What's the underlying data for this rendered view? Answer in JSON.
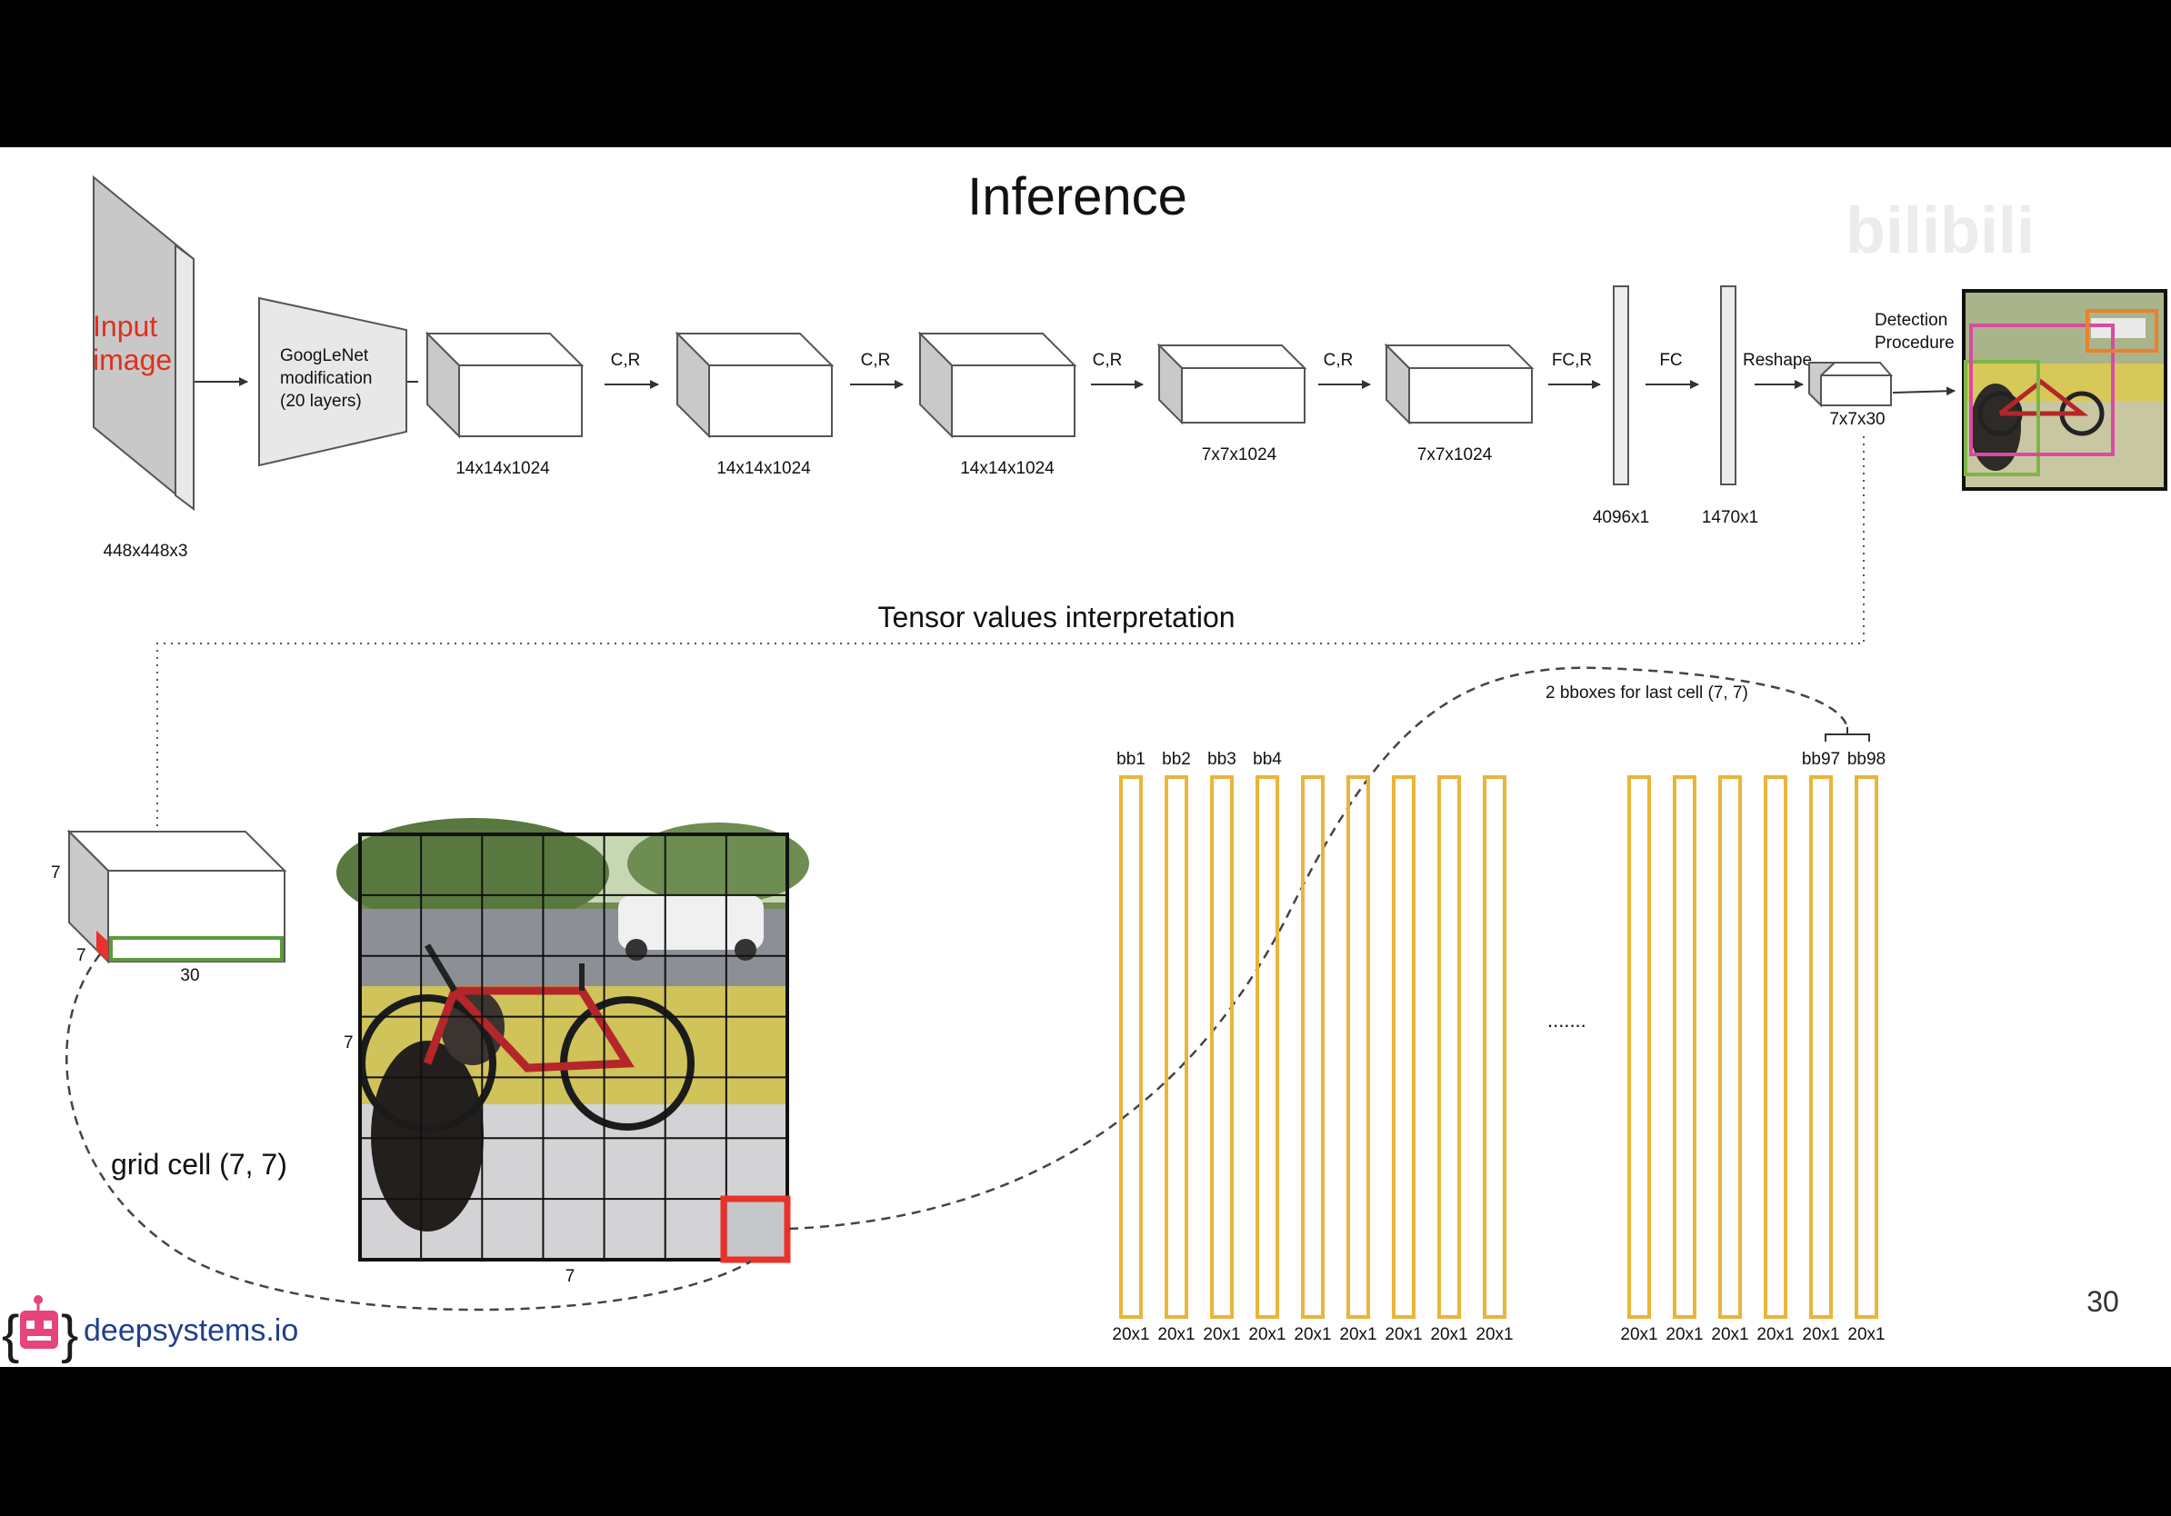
{
  "slide": {
    "title": "Inference",
    "page_number": "30",
    "brand": {
      "name": "deepsystems.io",
      "color": "#1f3f8f",
      "logo_color": "#e6447a",
      "icon": "robot-icon"
    },
    "watermark": "bilibili"
  },
  "pipeline": {
    "input": {
      "label_line1": "Input",
      "label_line2": "image",
      "dims": "448x448x3",
      "label_color": "#e0301e"
    },
    "googlenet": {
      "line1": "GoogLeNet",
      "line2": "modification",
      "line3": "(20 layers)"
    },
    "blocks": [
      {
        "dims": "14x14x1024"
      },
      {
        "dims": "14x14x1024"
      },
      {
        "dims": "14x14x1024"
      },
      {
        "dims": "7x7x1024"
      },
      {
        "dims": "7x7x1024"
      }
    ],
    "ops": [
      "C,R",
      "C,R",
      "C,R",
      "C,R",
      "FC,R",
      "FC",
      "Reshape"
    ],
    "fc_layers": [
      {
        "dims": "4096x1"
      },
      {
        "dims": "1470x1"
      }
    ],
    "reshape_dims": "7x7x30",
    "detection": {
      "line1": "Detection",
      "line2": "Procedure"
    }
  },
  "interpretation": {
    "title": "Tensor values interpretation",
    "tensor": {
      "height_label": "7",
      "depth_label": "7",
      "width_label": "30"
    },
    "grid": {
      "rows": 7,
      "cols": 7,
      "left_label": "7",
      "bottom_label": "7",
      "highlight_color": "#e8322a"
    },
    "grid_cell_label": "grid cell (7, 7)",
    "bbox_note": "2 bboxes for last cell (7, 7)",
    "ellipsis": ".......",
    "bar_color": "#e9b53a",
    "bars_left": [
      {
        "name": "bb1",
        "size": "20x1"
      },
      {
        "name": "bb2",
        "size": "20x1"
      },
      {
        "name": "bb3",
        "size": "20x1"
      },
      {
        "name": "bb4",
        "size": "20x1"
      },
      {
        "name": "",
        "size": "20x1"
      },
      {
        "name": "",
        "size": "20x1"
      },
      {
        "name": "",
        "size": "20x1"
      },
      {
        "name": "",
        "size": "20x1"
      },
      {
        "name": "",
        "size": "20x1"
      }
    ],
    "bars_right": [
      {
        "name": "",
        "size": "20x1"
      },
      {
        "name": "",
        "size": "20x1"
      },
      {
        "name": "",
        "size": "20x1"
      },
      {
        "name": "",
        "size": "20x1"
      },
      {
        "name": "bb97",
        "size": "20x1"
      },
      {
        "name": "bb98",
        "size": "20x1"
      }
    ]
  }
}
